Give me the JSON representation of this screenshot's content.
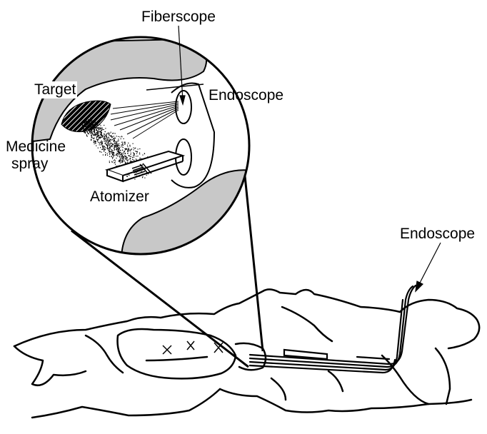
{
  "labels": {
    "fiberscope": "Fiberscope",
    "endoscope_inset": "Endoscope",
    "target": "Target",
    "medicine_line1": "Medicine",
    "medicine_line2": "spray",
    "atomizer": "Atomizer",
    "endoscope_main": "Endoscope"
  },
  "colors": {
    "stroke": "#000000",
    "tissue_fill": "#c8c8c8",
    "background": "#ffffff"
  }
}
